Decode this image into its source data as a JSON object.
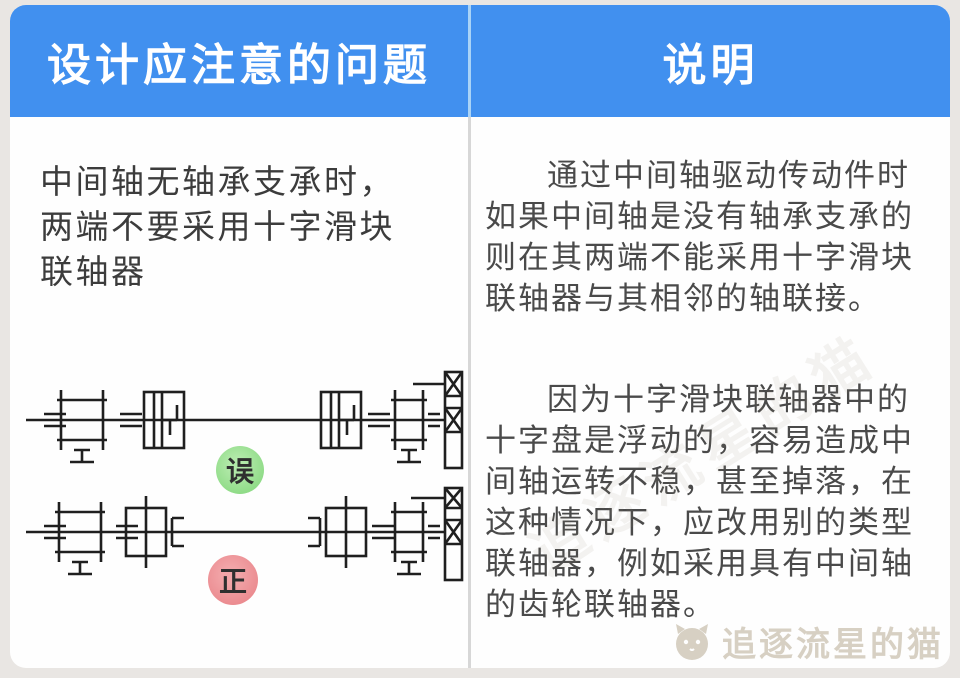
{
  "header": {
    "problem_col": "设计应注意的问题",
    "explanation_col": "说明"
  },
  "problem": {
    "title": "中间轴无轴承支承时，两端不要采用十字滑块联轴器",
    "diagrams": [
      {
        "name": "shaft-with-cross-slider-couplings",
        "verdict": "误"
      },
      {
        "name": "shaft-with-gear-couplings",
        "verdict": "正"
      }
    ]
  },
  "explanation": {
    "paragraphs": [
      "通过中间轴驱动传动件时如果中间轴是没有轴承支承的则在其两端不能采用十字滑块联轴器与其相邻的轴联接。",
      "因为十字滑块联轴器中的十字盘是浮动的，容易造成中间轴运转不稳，甚至掉落，在这种情况下，应改用别的类型联轴器，例如采用具有中间轴的齿轮联轴器。"
    ]
  },
  "watermark": {
    "text": "追逐流星的猫"
  },
  "colors": {
    "header_bg": "#4190ef",
    "wrong_badge": "#8edb86",
    "correct_badge": "#ea888d",
    "line": "#1f1f1f",
    "watermark": "#d7d0c3"
  }
}
